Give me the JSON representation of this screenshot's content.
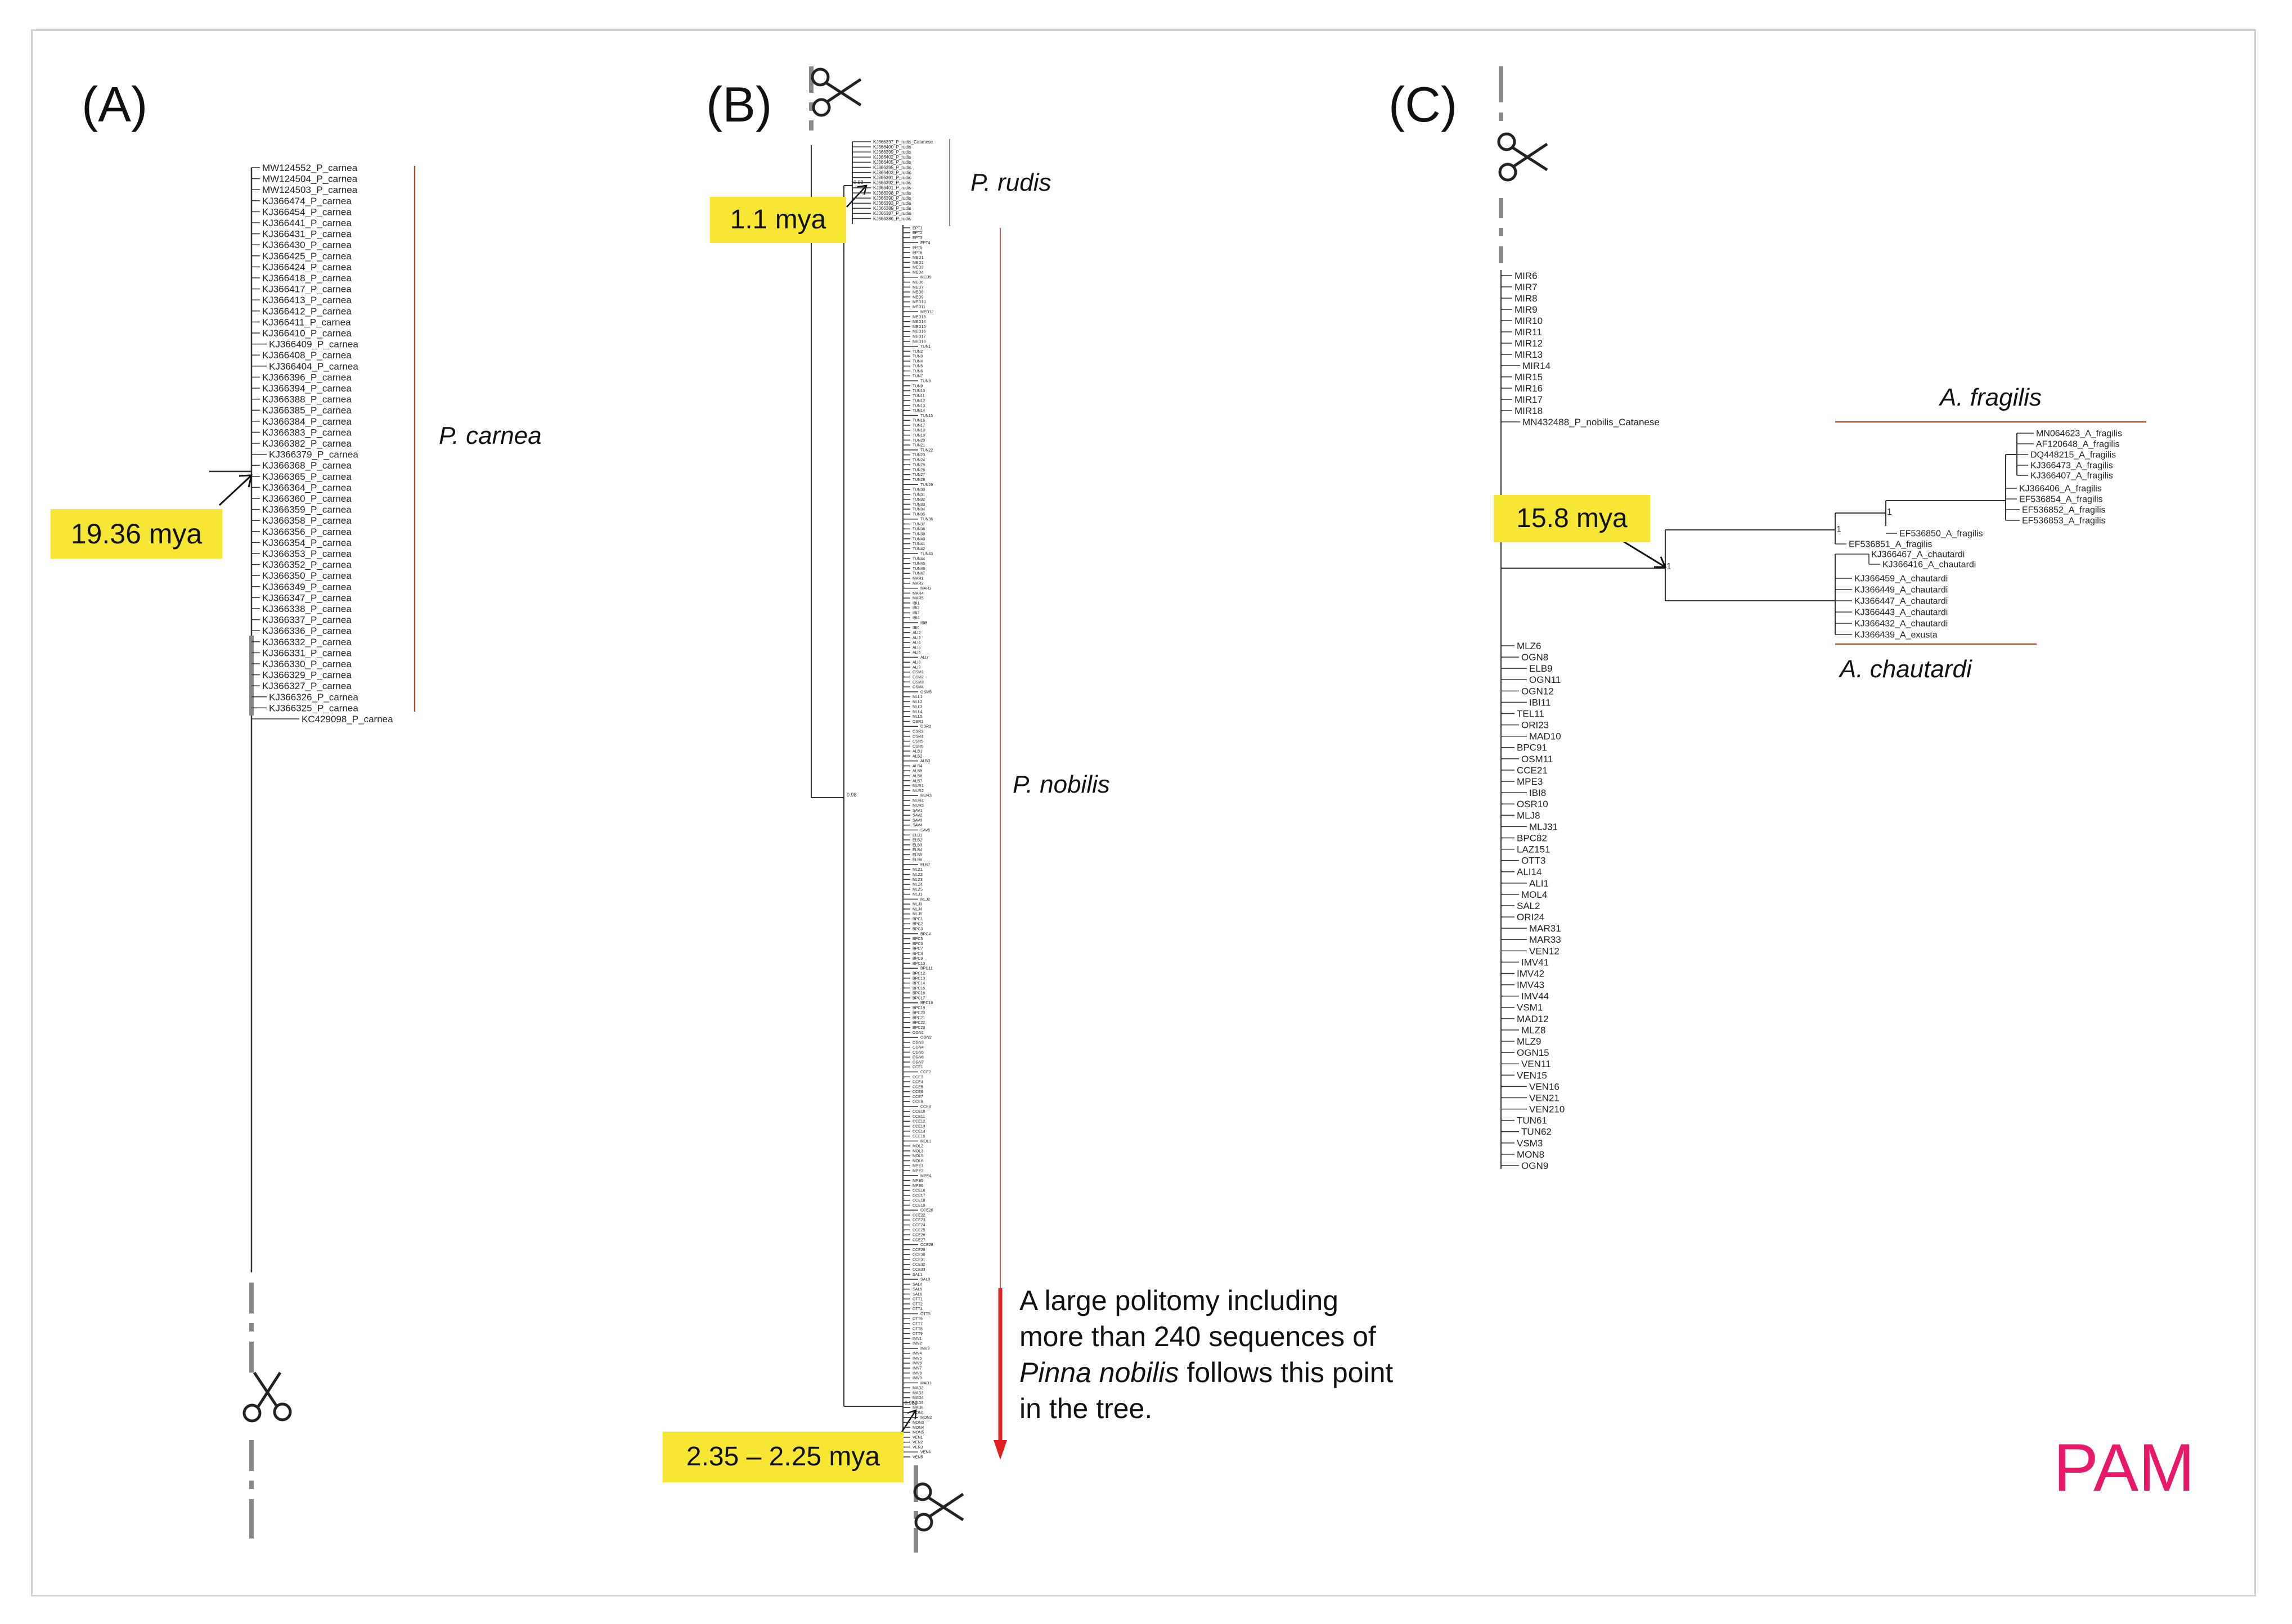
{
  "panels": {
    "a_label": "(A)",
    "b_label": "(B)",
    "c_label": "(C)"
  },
  "dates": {
    "a": "19.36 mya",
    "b_top": "1.1 mya",
    "b_bottom": "2.35 – 2.25 mya",
    "c": "15.8 mya"
  },
  "clades": {
    "p_carnea": "P. carnea",
    "p_rudis": "P. rudis",
    "p_nobilis": "P. nobilis",
    "a_fragilis": "A. fragilis",
    "a_chautardi": "A. chautardi"
  },
  "note": {
    "part1": "A large politomy including more than 240 sequences of ",
    "italic": "Pinna nobilis",
    "part2": " follows this point in the tree."
  },
  "watermark": "PAM",
  "tree_a_leaves": [
    "MW124552_P_carnea",
    "MW124504_P_carnea",
    "MW124503_P_carnea",
    "KJ366474_P_carnea",
    "KJ366454_P_carnea",
    "KJ366441_P_carnea",
    "KJ366431_P_carnea",
    "KJ366430_P_carnea",
    "KJ366425_P_carnea",
    "KJ366424_P_carnea",
    "KJ366418_P_carnea",
    "KJ366417_P_carnea",
    "KJ366413_P_carnea",
    "KJ366412_P_carnea",
    "KJ366411_P_carnea",
    "KJ366410_P_carnea",
    "KJ366409_P_carnea",
    "KJ366408_P_carnea",
    "KJ366404_P_carnea",
    "KJ366396_P_carnea",
    "KJ366394_P_carnea",
    "KJ366388_P_carnea",
    "KJ366385_P_carnea",
    "KJ366384_P_carnea",
    "KJ366383_P_carnea",
    "KJ366382_P_carnea",
    "KJ366379_P_carnea",
    "KJ366368_P_carnea",
    "KJ366365_P_carnea",
    "KJ366364_P_carnea",
    "KJ366360_P_carnea",
    "KJ366359_P_carnea",
    "KJ366358_P_carnea",
    "KJ366356_P_carnea",
    "KJ366354_P_carnea",
    "KJ366353_P_carnea",
    "KJ366352_P_carnea",
    "KJ366350_P_carnea",
    "KJ366349_P_carnea",
    "KJ366347_P_carnea",
    "KJ366338_P_carnea",
    "KJ366337_P_carnea",
    "KJ366336_P_carnea",
    "KJ366332_P_carnea",
    "KJ366331_P_carnea",
    "KJ366330_P_carnea",
    "KJ366329_P_carnea",
    "KJ366327_P_carnea",
    "KJ366326_P_carnea",
    "KJ366325_P_carnea",
    "KC429098_P_carnea"
  ],
  "tree_c_top_leaves": [
    "MIR6",
    "MIR7",
    "MIR8",
    "MIR9",
    "MIR10",
    "MIR11",
    "MIR12",
    "MIR13",
    "MIR14",
    "MIR15",
    "MIR16",
    "MIR17",
    "MIR18",
    "MN432488_P_nobilis_Catanese"
  ],
  "tree_c_fragilis": [
    "MN064623_A_fragilis",
    "AF120648_A_fragilis",
    "DQ448215_A_fragilis",
    "KJ366473_A_fragilis",
    "KJ366407_A_fragilis",
    "KJ366406_A_fragilis",
    "EF536854_A_fragilis",
    "EF536852_A_fragilis",
    "EF536853_A_fragilis",
    "EF536850_A_fragilis",
    "EF536851_A_fragilis"
  ],
  "tree_c_chautardi": [
    "KJ366467_A_chautardi",
    "KJ366416_A_chautardi",
    "KJ366459_A_chautardi",
    "KJ366449_A_chautardi",
    "KJ366447_A_chautardi",
    "KJ366443_A_chautardi",
    "KJ366432_A_chautardi",
    "KJ366439_A_exusta"
  ],
  "tree_c_bootstrap": [
    "1",
    "1",
    "1"
  ],
  "tree_c_bottom_leaves": [
    "MLZ6",
    "OGN8",
    "ELB9",
    "OGN11",
    "OGN12",
    "IBI11",
    "TEL11",
    "ORI23",
    "MAD10",
    "BPC91",
    "OSM11",
    "CCE21",
    "MPE3",
    "IBI8",
    "OSR10",
    "MLJ8",
    "MLJ31",
    "BPC82",
    "LAZ151",
    "OTT3",
    "ALI14",
    "ALI1",
    "MOL4",
    "SAL2",
    "ORI24",
    "MAR31",
    "MAR33",
    "VEN12",
    "IMV41",
    "IMV42",
    "IMV43",
    "IMV44",
    "VSM1",
    "MAD12",
    "MLZ8",
    "MLZ9",
    "OGN15",
    "VEN11",
    "VEN15",
    "VEN16",
    "VEN21",
    "VEN210",
    "TUN61",
    "TUN62",
    "VSM3",
    "MON8",
    "OGN9"
  ],
  "tree_b_bootstrap": [
    "0.98",
    "0.98",
    "0.982"
  ],
  "tree_b_rudis_leaves": [
    "KJ366397_P_rudis_Catanese",
    "KJ366400_P_rudis",
    "KJ366399_P_rudis",
    "KJ366402_P_rudis",
    "KJ366405_P_rudis",
    "KJ366395_P_rudis",
    "KJ366403_P_rudis",
    "KJ366391_P_rudis",
    "KJ366392_P_rudis",
    "KJ366401_P_rudis",
    "KJ366398_P_rudis",
    "KJ366390_P_rudis",
    "KJ366393_P_rudis",
    "KJ366389_P_rudis",
    "KJ366387_P_rudis",
    "KJ366386_P_rudis"
  ],
  "tree_b_nobilis_leaves": [
    "EPT1",
    "EPT2",
    "EPT3",
    "EPT4",
    "EPT5",
    "EPT6",
    "MED1",
    "MED2",
    "MED3",
    "MED4",
    "MED5",
    "MED6",
    "MED7",
    "MED8",
    "MED9",
    "MED10",
    "MED11",
    "MED12",
    "MED13",
    "MED14",
    "MED15",
    "MED16",
    "MED17",
    "MED18",
    "TUN1",
    "TUN2",
    "TUN3",
    "TUN4",
    "TUN5",
    "TUN6",
    "TUN7",
    "TUN8",
    "TUN9",
    "TUN10",
    "TUN11",
    "TUN12",
    "TUN13",
    "TUN14",
    "TUN15",
    "TUN16",
    "TUN17",
    "TUN18",
    "TUN19",
    "TUN20",
    "TUN21",
    "TUN22",
    "TUN23",
    "TUN24",
    "TUN25",
    "TUN26",
    "TUN27",
    "TUN28",
    "TUN29",
    "TUN30",
    "TUN31",
    "TUN32",
    "TUN33",
    "TUN34",
    "TUN35",
    "TUN36",
    "TUN37",
    "TUN38",
    "TUN39",
    "TUN40",
    "TUN41",
    "TUN42",
    "TUN43",
    "TUN44",
    "TUN45",
    "TUN46",
    "TUN47",
    "MAR1",
    "MAR2",
    "MAR3",
    "MAR4",
    "MAR5",
    "IBI1",
    "IBI2",
    "IBI3",
    "IBI4",
    "IBI5",
    "IBI6",
    "ALI2",
    "ALI3",
    "ALI4",
    "ALI5",
    "ALI6",
    "ALI7",
    "ALI8",
    "ALI9",
    "OSM1",
    "OSM2",
    "OSM3",
    "OSM4",
    "OSM5",
    "MLL1",
    "MLL2",
    "MLL3",
    "MLL4",
    "MLL5",
    "OSR1",
    "OSR2",
    "OSR3",
    "OSR4",
    "OSR5",
    "OSR6",
    "ALB1",
    "ALB2",
    "ALB3",
    "ALB4",
    "ALB5",
    "ALB6",
    "ALB7",
    "MUR1",
    "MUR2",
    "MUR3",
    "MUR4",
    "MUR5",
    "SAV1",
    "SAV2",
    "SAV3",
    "SAV4",
    "SAV5",
    "ELB1",
    "ELB2",
    "ELB3",
    "ELB4",
    "ELB5",
    "ELB6",
    "ELB7",
    "MLZ1",
    "MLZ2",
    "MLZ3",
    "MLZ4",
    "MLZ5",
    "MLJ1",
    "MLJ2",
    "MLJ3",
    "MLJ4",
    "MLJ5",
    "BPC1",
    "BPC2",
    "BPC3",
    "BPC4",
    "BPC5",
    "BPC6",
    "BPC7",
    "BPC8",
    "BPC9",
    "BPC10",
    "BPC11",
    "BPC12",
    "BPC13",
    "BPC14",
    "BPC15",
    "BPC16",
    "BPC17",
    "BPC18",
    "BPC19",
    "BPC20",
    "BPC21",
    "BPC22",
    "BPC23",
    "OGN1",
    "OGN2",
    "OGN3",
    "OGN4",
    "OGN5",
    "OGN6",
    "OGN7",
    "CCE1",
    "CCE2",
    "CCE3",
    "CCE4",
    "CCE5",
    "CCE6",
    "CCE7",
    "CCE8",
    "CCE9",
    "CCE10",
    "CCE11",
    "CCE12",
    "CCE13",
    "CCE14",
    "CCE15",
    "MOL1",
    "MOL2",
    "MOL3",
    "MOL5",
    "MOL6",
    "MPE1",
    "MPE2",
    "MPE4",
    "MPE5",
    "MPE6",
    "CCE16",
    "CCE17",
    "CCE18",
    "CCE19",
    "CCE20",
    "CCE22",
    "CCE23",
    "CCE24",
    "CCE25",
    "CCE26",
    "CCE27",
    "CCE28",
    "CCE29",
    "CCE30",
    "CCE31",
    "CCE32",
    "CCE33",
    "SAL1",
    "SAL3",
    "SAL4",
    "SAL5",
    "SAL6",
    "OTT1",
    "OTT2",
    "OTT4",
    "OTT5",
    "OTT6",
    "OTT7",
    "OTT8",
    "OTT9",
    "IMV1",
    "IMV2",
    "IMV3",
    "IMV4",
    "IMV5",
    "IMV6",
    "IMV7",
    "IMV8",
    "IMV9",
    "MAD1",
    "MAD2",
    "MAD3",
    "MAD4",
    "MAD5",
    "MAD6",
    "MON1",
    "MON2",
    "MON3",
    "MON4",
    "MON5",
    "VEN1",
    "VEN2",
    "VEN3",
    "VEN4",
    "VEN5"
  ]
}
